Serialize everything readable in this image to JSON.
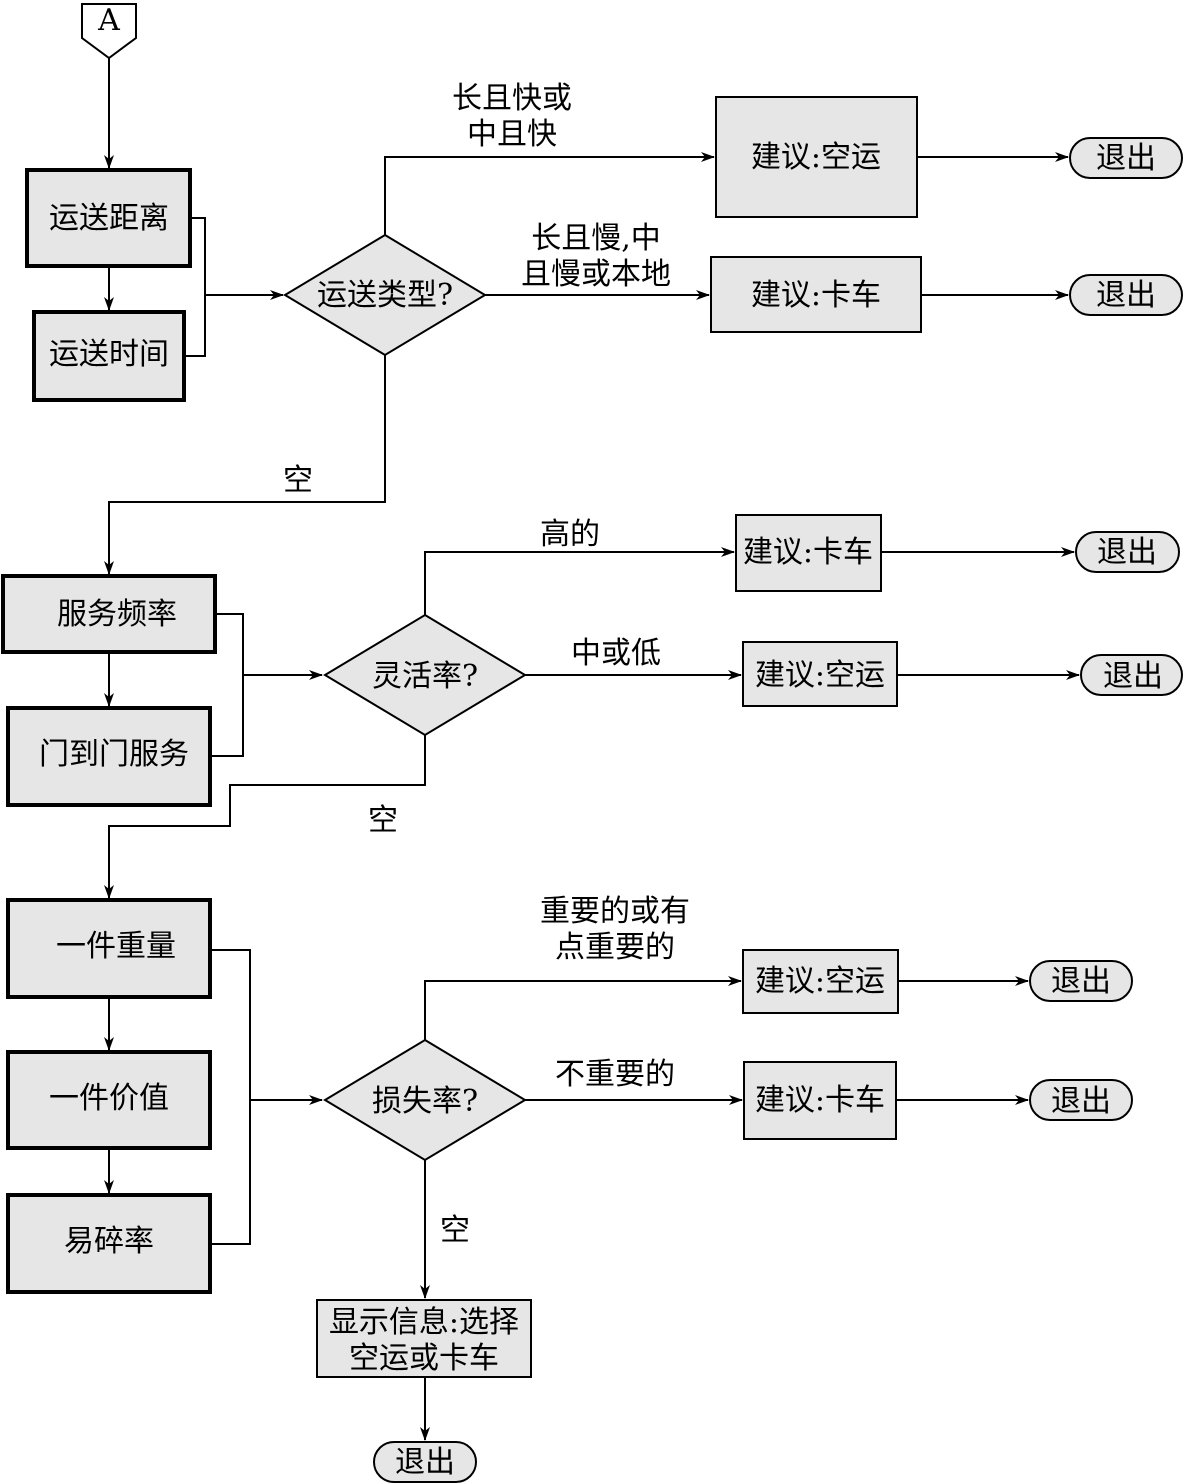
{
  "connector": {
    "label": "A"
  },
  "section1": {
    "inputs": [
      "运送距离",
      "运送时间"
    ],
    "decision": "运送类型?",
    "branch_top_label": [
      "长且快或",
      "中且快"
    ],
    "branch_mid_label": [
      "长且慢,中",
      "且慢或本地"
    ],
    "branch_empty_label": "空",
    "suggest_top": "建议:空运",
    "suggest_mid": "建议:卡车",
    "exit_top": "退出",
    "exit_mid": "退出"
  },
  "section2": {
    "inputs": [
      "服务频率",
      "门到门服务"
    ],
    "decision": "灵活率?",
    "branch_top_label": "高的",
    "branch_mid_label": "中或低",
    "branch_empty_label": "空",
    "suggest_top": "建议:卡车",
    "suggest_mid": "建议:空运",
    "exit_top": "退出",
    "exit_mid": "退出"
  },
  "section3": {
    "inputs": [
      "一件重量",
      "一件价值",
      "易碎率"
    ],
    "decision": "损失率?",
    "branch_top_label": [
      "重要的或有",
      "点重要的"
    ],
    "branch_mid_label": "不重要的",
    "branch_empty_label": "空",
    "suggest_top": "建议:空运",
    "suggest_mid": "建议:卡车",
    "exit_top": "退出",
    "exit_mid": "退出"
  },
  "final": {
    "message": [
      "显示信息:选择",
      "空运或卡车"
    ],
    "exit": "退出"
  }
}
